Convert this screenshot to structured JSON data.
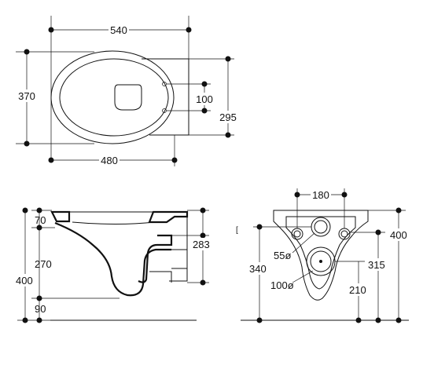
{
  "top_view": {
    "width_overall": "540",
    "depth_bowl": "480",
    "height_side": "370",
    "fixing_spacing": "100",
    "fixing_depth": "295"
  },
  "side_view": {
    "rim_height": "70",
    "outlet_height": "270",
    "overall_height": "400",
    "outlet_offset": "90",
    "rear_height": "283"
  },
  "rear_view": {
    "fixing_spacing": "180",
    "overall_height": "400",
    "outlet_center": "340",
    "inlet_center": "315",
    "lower_hole": "210",
    "small_diameter": "55ø",
    "large_diameter": "100ø"
  }
}
